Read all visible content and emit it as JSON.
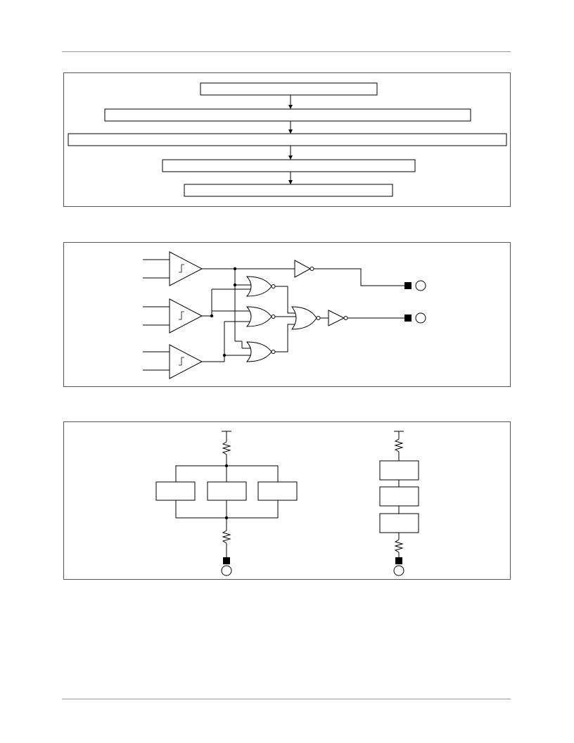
{
  "figures": [
    {
      "id": "flow",
      "boxes": 5
    },
    {
      "id": "logic",
      "inputs": 3,
      "outputs": 2
    },
    {
      "id": "circuits",
      "blocks": 6
    }
  ]
}
